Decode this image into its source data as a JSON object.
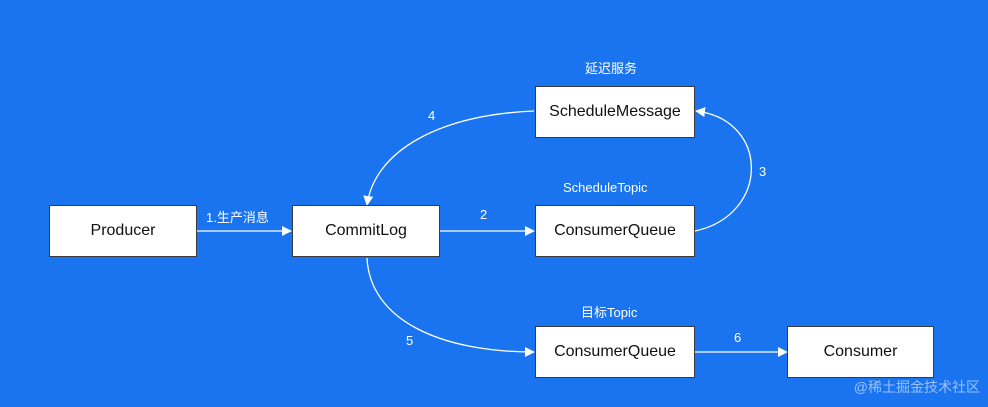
{
  "diagram": {
    "background_color": "#1a74ef",
    "nodes": {
      "producer": "Producer",
      "commitlog": "CommitLog",
      "schedule_message": "ScheduleMessage",
      "consumer_queue_schedule": "ConsumerQueue",
      "consumer_queue_target": "ConsumerQueue",
      "consumer": "Consumer"
    },
    "section_labels": {
      "delay_service": "延迟服务",
      "schedule_topic": "ScheduleTopic",
      "target_topic": "目标Topic"
    },
    "edge_labels": {
      "e1": "1.生产消息",
      "e2": "2",
      "e3": "3",
      "e4": "4",
      "e5": "5",
      "e6": "6"
    },
    "watermark": "@稀土掘金技术社区"
  }
}
